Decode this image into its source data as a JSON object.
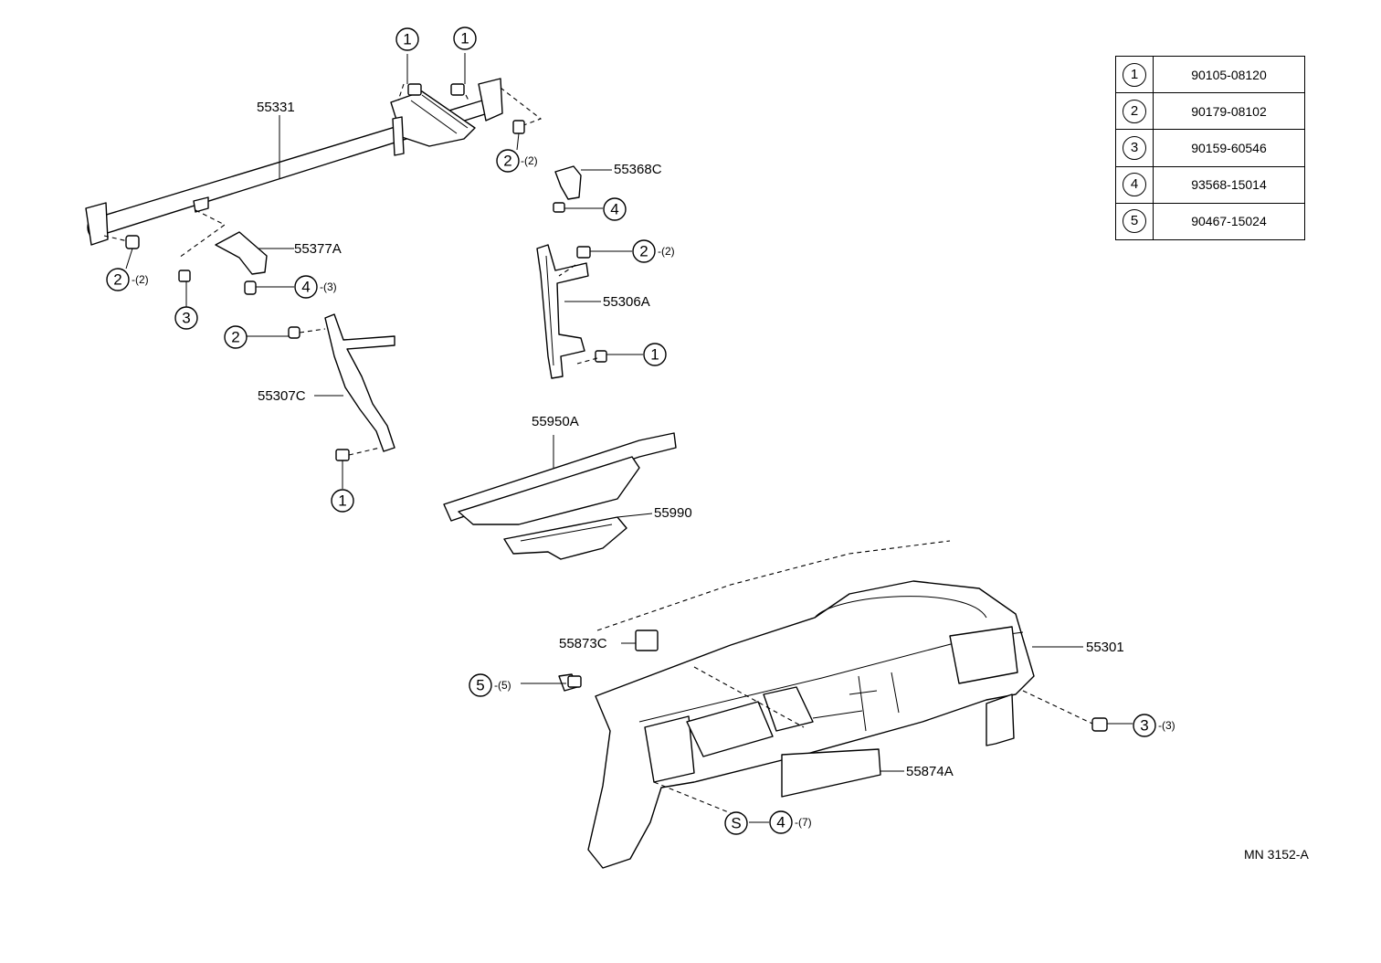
{
  "legend": [
    {
      "key": "1",
      "part_no": "90105-08120"
    },
    {
      "key": "2",
      "part_no": "90179-08102"
    },
    {
      "key": "3",
      "part_no": "90159-60546"
    },
    {
      "key": "4",
      "part_no": "93568-15014"
    },
    {
      "key": "5",
      "part_no": "90467-15024"
    }
  ],
  "parts": {
    "p55331": "55331",
    "p55368C": "55368C",
    "p55377A": "55377A",
    "p55306A": "55306A",
    "p55307C": "55307C",
    "p55950A": "55950A",
    "p55990": "55990",
    "p55873C": "55873C",
    "p55301": "55301",
    "p55874A": "55874A"
  },
  "callouts": {
    "one": "1",
    "two": "2",
    "three": "3",
    "four": "4",
    "five": "5",
    "s": "S"
  },
  "quantities": {
    "q2": "-(2)",
    "q3": "-(3)",
    "q5": "-(5)",
    "q7": "-(7)"
  },
  "figure_code": "MN 3152-A"
}
